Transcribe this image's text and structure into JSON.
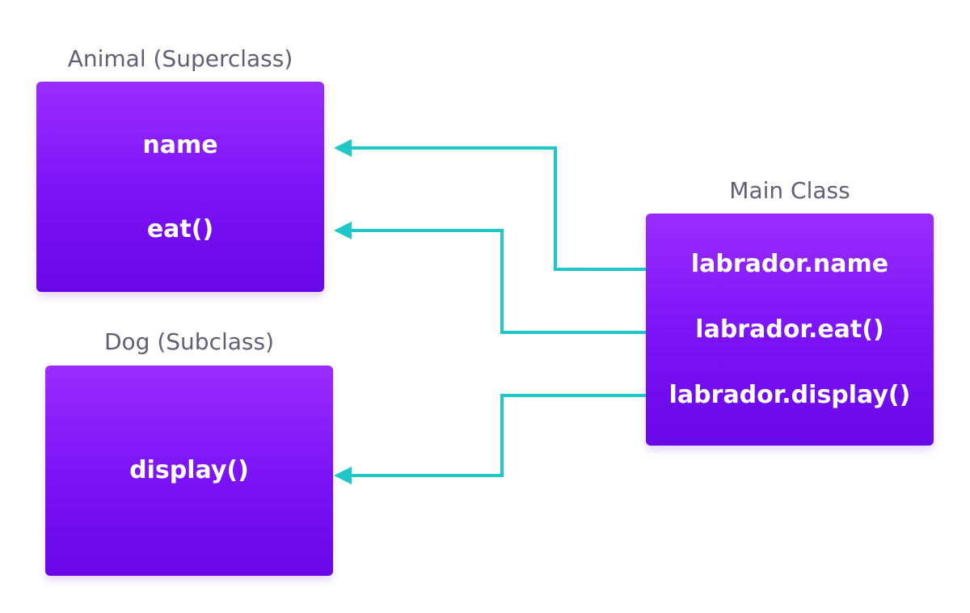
{
  "colors": {
    "box_gradient_top": "#9b2cff",
    "box_gradient_bottom": "#6a07e8",
    "connector": "#1fc8c8",
    "caption_text": "#5f5f78",
    "member_text": "#ffffff"
  },
  "animal": {
    "title": "Animal (Superclass)",
    "members": [
      "name",
      "eat()"
    ]
  },
  "dog": {
    "title": "Dog (Subclass)",
    "members": [
      "display()"
    ]
  },
  "main": {
    "title": "Main Class",
    "members": [
      "labrador.name",
      "labrador.eat()",
      "labrador.display()"
    ]
  }
}
